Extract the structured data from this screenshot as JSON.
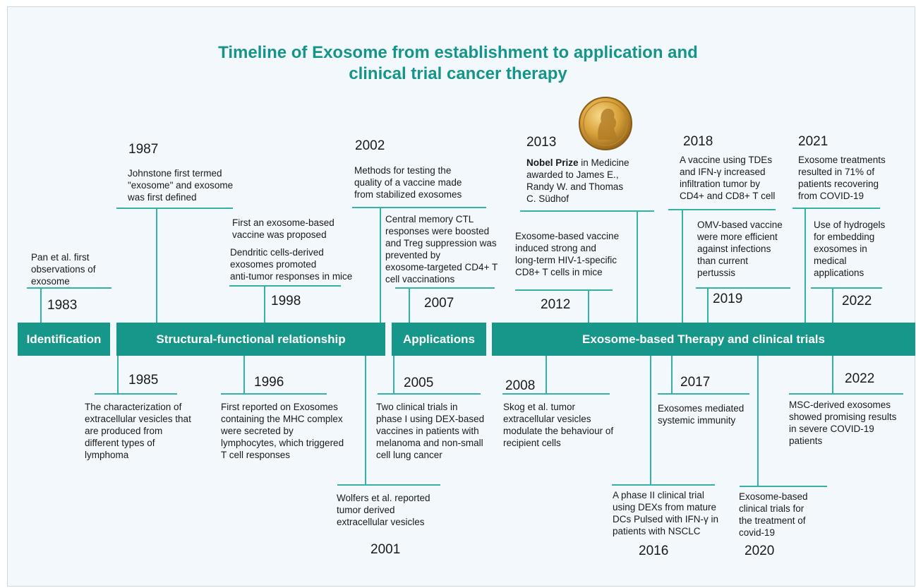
{
  "title": {
    "line1": "Timeline of Exosome from establishment to application and",
    "line2": "clinical trial cancer therapy",
    "color": "#15958a"
  },
  "bar_color": "#17968a",
  "line_color": "#34b2a5",
  "phases": [
    {
      "label": "Identification"
    },
    {
      "label": "Structural-functional relationship"
    },
    {
      "label": "Applications"
    },
    {
      "label": "Exosome-based Therapy and clinical trials"
    }
  ],
  "events_above": [
    {
      "year": "1983",
      "text": "Pan et al. first\nobservations of\nexosome"
    },
    {
      "year": "1987",
      "text": "Johnstone first termed\n\"exosome\" and exosome\nwas first defined"
    },
    {
      "year": "1998",
      "text": "First  an exosome-based\nvaccine was proposed",
      "text2": "Dendritic cells-derived\nexosomes promoted\nanti-tumor responses in mice"
    },
    {
      "year": "2002",
      "text": "Methods for testing the\nquality of a vaccine made\nfrom stabilized exosomes"
    },
    {
      "year": "2007",
      "text": "Central memory CTL\nresponses were boosted\nand Treg suppression was\nprevented by\nexosome-targeted CD4+ T\ncell vaccinations"
    },
    {
      "year": "2012",
      "text": "Exosome-based vaccine\ninduced strong and\nlong-term HIV-1-specific\nCD8+ T cells in mice"
    },
    {
      "year": "2013",
      "bold": "Nobel Prize",
      "text": " in Medicine\nawarded to James E.,\nRandy W. and Thomas\nC. Südhof"
    },
    {
      "year": "2018",
      "text": "A vaccine using TDEs\nand IFN-γ increased\ninfiltration tumor by\nCD4+ and CD8+ T cell"
    },
    {
      "year": "2019",
      "text": "OMV-based vaccine\nwere more efficient\nagainst infections\nthan current\npertussis"
    },
    {
      "year": "2021",
      "text": "Exosome treatments\nresulted in 71% of\npatients recovering\nfrom COVID-19"
    },
    {
      "year": "2022",
      "text": "Use of hydrogels\nfor embedding\nexosomes in\nmedical\napplications"
    }
  ],
  "events_below": [
    {
      "year": "1985",
      "text": "The characterization of\nextracellular vesicles that\nare produced from\ndifferent types of\nlymphoma"
    },
    {
      "year": "1996",
      "text": "First reported on Exosomes\ncontaining the MHC complex\nwere secreted by\nlymphocytes, which triggered\nT cell responses"
    },
    {
      "year": "2001",
      "text": "Wolfers et al. reported\ntumor derived\nextracellular vesicles"
    },
    {
      "year": "2005",
      "text": "Two clinical trials in\nphase I using DEX-based\nvaccines in patients with\nmelanoma and non-small\ncell lung cancer"
    },
    {
      "year": "2008",
      "text": "Skog et al. tumor\nextracellular vesicles\nmodulate the behaviour of\nrecipient cells"
    },
    {
      "year": "2016",
      "text": "A phase II clinical trial\nusing DEXs from mature\nDCs Pulsed with IFN-γ in\npatients with NSCLC"
    },
    {
      "year": "2017",
      "text": "Exosomes mediated\nsystemic immunity"
    },
    {
      "year": "2020",
      "text": "Exosome-based\nclinical trials for\nthe treatment of\ncovid-19"
    },
    {
      "year": "2022",
      "text": "MSC-derived exosomes\nshowed promising results\nin severe COVID-19\npatients"
    }
  ],
  "icons": {
    "medal": "nobel-medal-icon"
  }
}
